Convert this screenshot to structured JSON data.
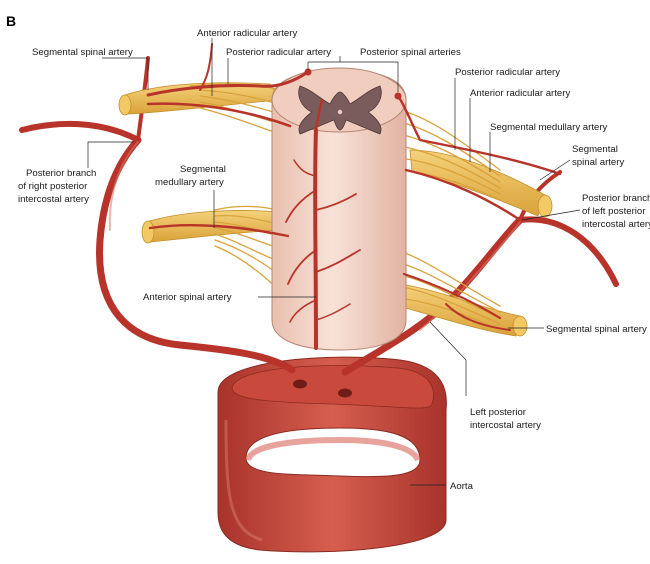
{
  "panel_letter": "B",
  "labels": {
    "segmental_spinal_artery_tl": "Segmental spinal artery",
    "anterior_radicular_artery_top": "Anterior radicular artery",
    "posterior_radicular_artery_top": "Posterior radicular artery",
    "posterior_spinal_arteries": "Posterior spinal arteries",
    "posterior_radicular_artery_right": "Posterior radicular artery",
    "anterior_radicular_artery_right": "Anterior radicular artery",
    "segmental_medullary_artery_right": "Segmental medullary artery",
    "segmental_spinal_artery_right_1": "Segmental",
    "segmental_spinal_artery_right_2": "spinal artery",
    "posterior_branch_right_1": "Posterior branch",
    "posterior_branch_right_2": "of right posterior",
    "posterior_branch_right_3": "intercostal artery",
    "segmental_medullary_artery_left_1": "Segmental",
    "segmental_medullary_artery_left_2": "medullary artery",
    "posterior_branch_left_1": "Posterior branch",
    "posterior_branch_left_2": "of left posterior",
    "posterior_branch_left_3": "intercostal artery",
    "anterior_spinal_artery": "Anterior spinal artery",
    "segmental_spinal_artery_br": "Segmental spinal artery",
    "left_posterior_intercostal_1": "Left posterior",
    "left_posterior_intercostal_2": "intercostal artery",
    "aorta": "Aorta"
  },
  "colors": {
    "artery": "#b8332a",
    "nerve": "#e8b84a",
    "cord": "#f2d3c6",
    "grey_matter": "#7a5c5c",
    "aorta_outer": "#c44a3c",
    "aorta_inner": "#d8685a"
  }
}
